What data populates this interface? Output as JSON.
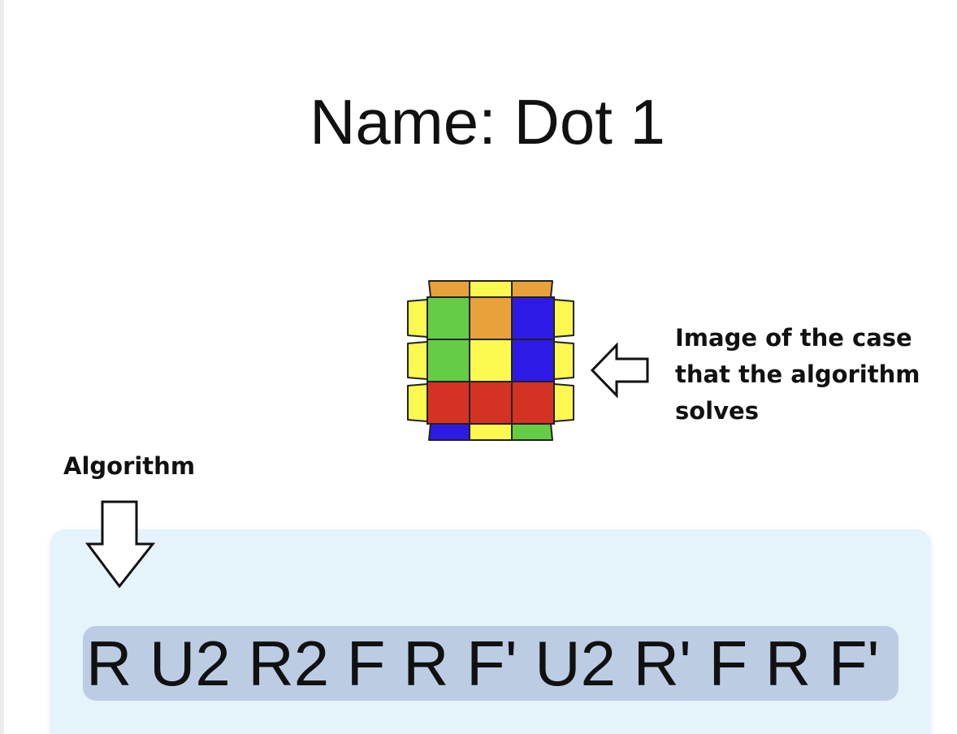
{
  "title": "Name: Dot 1",
  "case_annotation": "Image of the case that the algorithm solves",
  "algorithm_label": "Algorithm",
  "algorithm": "R U2 R2 F R F' U2 R' F R F'",
  "cube": {
    "top_stickers": [
      "orange",
      "yellow",
      "orange"
    ],
    "grid": [
      [
        "green",
        "orange",
        "blue"
      ],
      [
        "green",
        "yellow",
        "blue"
      ],
      [
        "red",
        "red",
        "red"
      ]
    ],
    "bottom_stickers": [
      "blue",
      "yellow",
      "green"
    ],
    "left_stickers": [
      "yellow",
      "yellow",
      "yellow"
    ],
    "right_stickers": [
      "yellow",
      "yellow",
      "yellow"
    ]
  },
  "colors": {
    "yellow": "#fbf850",
    "orange": "#e9a13b",
    "green": "#64cd45",
    "blue": "#2e1ae6",
    "red": "#d43223",
    "panel": "#e5f3fb",
    "highlight": "#bccde3"
  },
  "icons": {
    "case_arrow": "left-arrow-icon",
    "algorithm_arrow": "down-arrow-icon"
  }
}
